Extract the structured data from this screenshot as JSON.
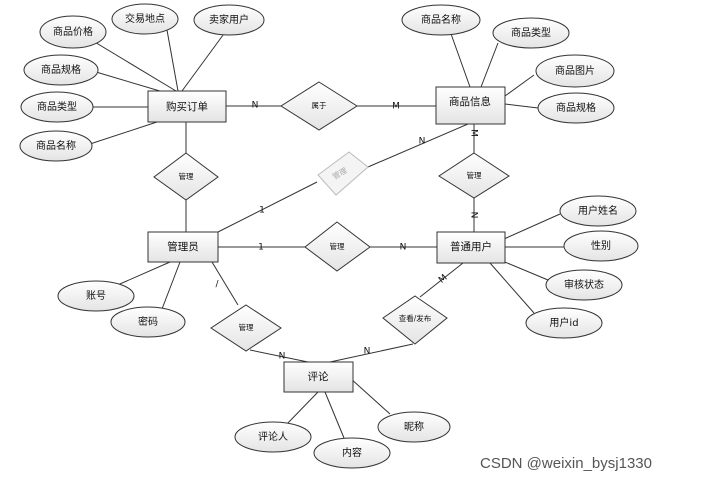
{
  "entities": {
    "purchase_order": "购买订单",
    "product_info": "商品信息",
    "admin": "管理员",
    "regular_user": "普通用户",
    "comment": "评论"
  },
  "attributes": {
    "order_price": "商品价格",
    "order_place": "交易地点",
    "order_seller": "卖家用户",
    "order_spec": "商品规格",
    "order_type": "商品类型",
    "order_name": "商品名称",
    "product_name": "商品名称",
    "product_type": "商品类型",
    "product_image": "商品图片",
    "product_spec": "商品规格",
    "user_name": "用户姓名",
    "user_gender": "性别",
    "user_audit": "审核状态",
    "user_id": "用户id",
    "admin_account": "账号",
    "admin_password": "密码",
    "comment_author": "评论人",
    "comment_content": "内容",
    "comment_nickname": "昵称"
  },
  "relationships": {
    "belongs_to": "属于",
    "manage_order": "管理",
    "manage_product_faded": "管理",
    "manage_product_user": "管理",
    "manage_user": "管理",
    "manage_comment": "管理",
    "view_publish": "查看/发布"
  },
  "cardinalities": {
    "order_belongs": "N",
    "product_belongs": "M",
    "admin_faded": "1",
    "product_faded": "N",
    "product_manage": "M",
    "user_manage_product": "N",
    "admin_manage_user": "1",
    "user_manage_admin": "N",
    "admin_comment": "/",
    "comment_admin": "N",
    "user_comment": "M",
    "comment_user": "N"
  },
  "watermark": "CSDN @weixin_bysj1330"
}
